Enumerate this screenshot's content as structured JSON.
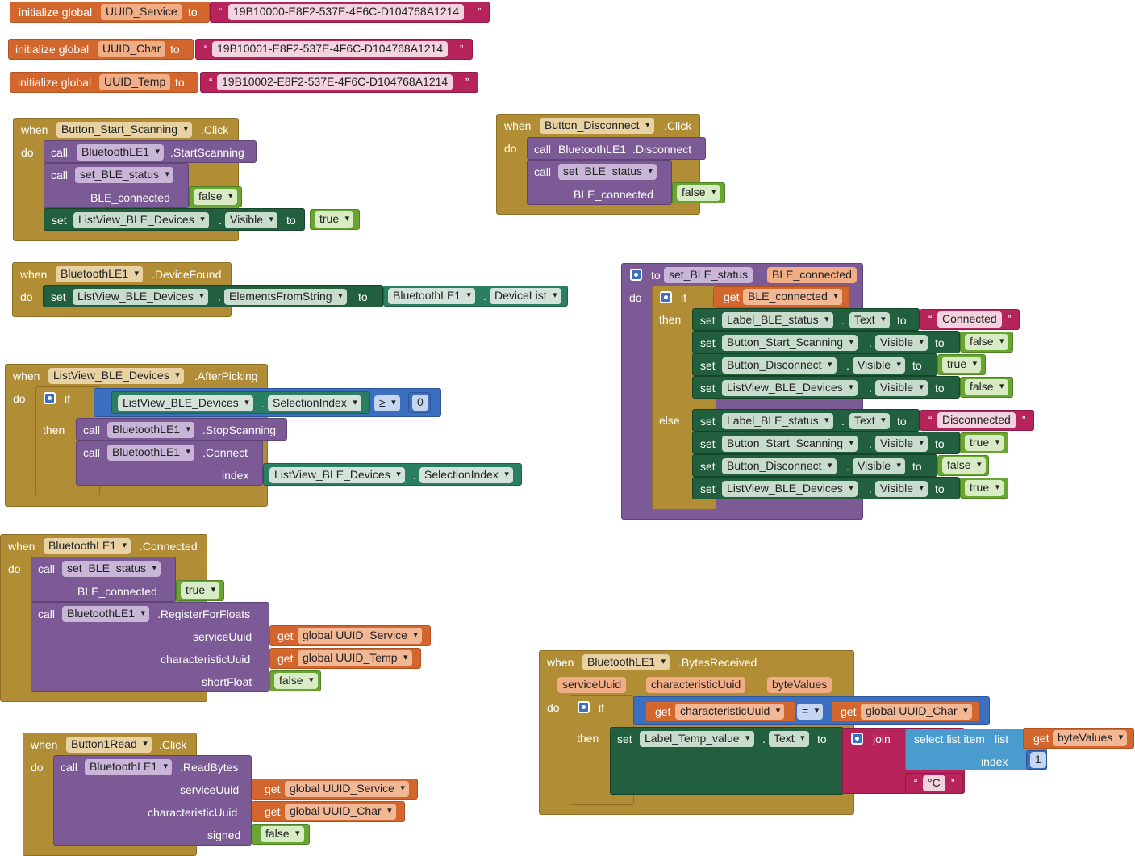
{
  "kw": {
    "initialize_global": "initialize global",
    "to": "to",
    "when": "when",
    "do": "do",
    "call": "call",
    "set": "set",
    "get": "get",
    "if": "if",
    "then": "then",
    "else": "else",
    "join": "join",
    "select_list_item": "select list item",
    "list": "list",
    "index": "index",
    "dot": ".",
    "open_quote": "“",
    "close_quote": "”"
  },
  "globals": [
    {
      "name": "UUID_Service",
      "value": "19B10000-E8F2-537E-4F6C-D104768A1214"
    },
    {
      "name": "UUID_Char",
      "value": "19B10001-E8F2-537E-4F6C-D104768A1214"
    },
    {
      "name": "UUID_Temp",
      "value": "19B10002-E8F2-537E-4F6C-D104768A1214"
    }
  ],
  "components": {
    "button_start": "Button_Start_Scanning",
    "button_disconnect": "Button_Disconnect",
    "button_read": "Button1Read",
    "ble": "BluetoothLE1",
    "listview": "ListView_BLE_Devices",
    "label_status": "Label_BLE_status",
    "label_temp": "Label_Temp_value"
  },
  "events": {
    "click": ".Click",
    "device_found": ".DeviceFound",
    "after_picking": ".AfterPicking",
    "connected": ".Connected",
    "bytes_received": ".BytesReceived"
  },
  "methods": {
    "start_scanning": ".StartScanning",
    "stop_scanning": ".StopScanning",
    "connect": ".Connect",
    "disconnect": ".Disconnect",
    "register_floats": ".RegisterForFloats",
    "read_bytes": ".ReadBytes"
  },
  "props": {
    "visible": "Visible",
    "elements_from_string": "ElementsFromString",
    "device_list": "DeviceList",
    "selection_index": "SelectionIndex",
    "text": "Text"
  },
  "procedure": {
    "name": "set_BLE_status",
    "param": "BLE_connected"
  },
  "params": {
    "service_uuid": "serviceUuid",
    "characteristic_uuid": "characteristicUuid",
    "short_float": "shortFloat",
    "signed": "signed",
    "byte_values": "byteValues"
  },
  "vars": {
    "global_uuid_service": "global UUID_Service",
    "global_uuid_temp": "global UUID_Temp",
    "global_uuid_char": "global UUID_Char"
  },
  "values": {
    "true": "true",
    "false": "false",
    "zero": "0",
    "one": "1",
    "gte": "≥",
    "eq": "=",
    "connected_text": "Connected",
    "disconnected_text": "Disconnected",
    "celsius": "°C"
  },
  "colors": {
    "event": "#b18e35",
    "procedure": "#7b5a96",
    "component_set": "#215f3e",
    "component_get": "#2a7f62",
    "variable": "#d2662d",
    "text": "#b6245b",
    "logic": "#6aa531",
    "math": "#3c6fbf",
    "list": "#4a9ccf"
  }
}
